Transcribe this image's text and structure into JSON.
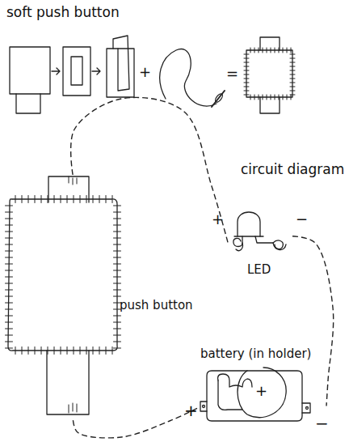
{
  "diagram": {
    "nodes": [
      {
        "text": [
          "push button"
        ]
      },
      {
        "text": [
          "LED"
        ]
      },
      {
        "text": [
          "battery (in holder)"
        ]
      }
    ],
    "edges": [
      {
        "from": 0,
        "to": 1,
        "arrow": "none"
      },
      {
        "from": 1,
        "to": 2,
        "arrow": "none"
      },
      {
        "from": 2,
        "to": 0,
        "arrow": "none"
      }
    ],
    "labels": [
      "soft push button",
      "+",
      "=",
      "circuit diagram",
      "+",
      "−",
      "+",
      "+",
      "−"
    ]
  }
}
